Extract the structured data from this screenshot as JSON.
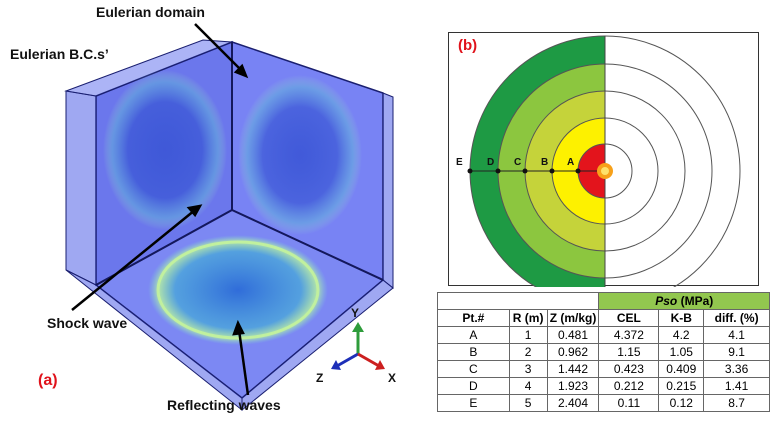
{
  "panel_a": {
    "label": "(a)",
    "annotations": {
      "eulerian_domain": "Eulerian domain",
      "eulerian_bcs": "Eulerian B.C.s’",
      "shock_wave": "Shock wave",
      "reflecting_waves": "Reflecting waves"
    },
    "axes": {
      "y": "Y",
      "z": "Z",
      "x": "X"
    }
  },
  "panel_b": {
    "label": "(b)",
    "points": [
      "E",
      "D",
      "C",
      "B",
      "A"
    ],
    "colors": {
      "ring_e": "#1e9a44",
      "ring_d": "#8cc63f",
      "ring_c": "#c5d33a",
      "ring_b": "#fdf100",
      "ring_a": "#e3141c"
    }
  },
  "table": {
    "group_header": "Pso",
    "group_unit": " (MPa)",
    "headers": [
      "Pt.#",
      "R (m)",
      "Z (m/kg)",
      "CEL",
      "K-B",
      "diff. (%)"
    ],
    "rows": [
      [
        "A",
        "1",
        "0.481",
        "4.372",
        "4.2",
        "4.1"
      ],
      [
        "B",
        "2",
        "0.962",
        "1.15",
        "1.05",
        "9.1"
      ],
      [
        "C",
        "3",
        "1.442",
        "0.423",
        "0.409",
        "3.36"
      ],
      [
        "D",
        "4",
        "1.923",
        "0.212",
        "0.215",
        "1.41"
      ],
      [
        "E",
        "5",
        "2.404",
        "0.11",
        "0.12",
        "8.7"
      ]
    ]
  }
}
